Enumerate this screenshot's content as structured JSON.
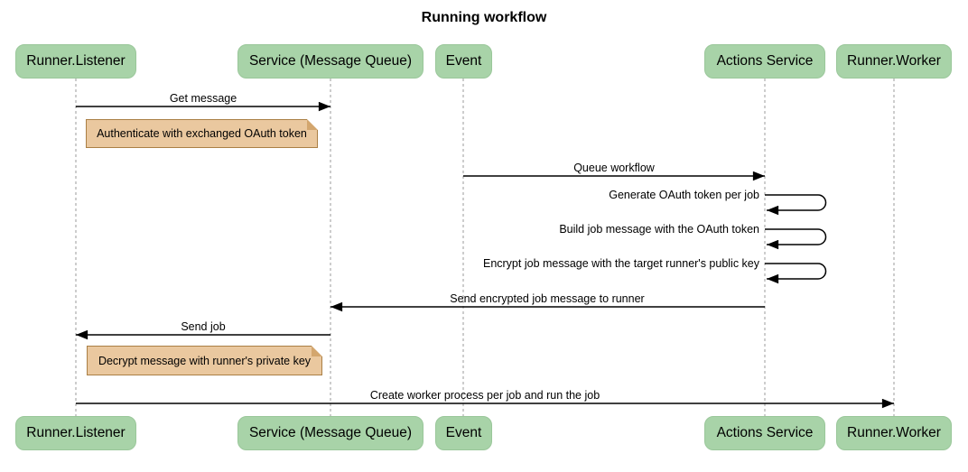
{
  "title": "Running workflow",
  "theme": {
    "actor_fill": "#a8d3a8",
    "actor_border": "#9ac79a",
    "note_fill": "#eac89f",
    "note_border": "#aa7f45",
    "message_line_color": "#000000",
    "lifeline_color": "#9b9b9b",
    "background": "#ffffff"
  },
  "actors": [
    {
      "id": "runner-listener",
      "label": "Runner.Listener"
    },
    {
      "id": "service-message-queue",
      "label": "Service (Message Queue)"
    },
    {
      "id": "event",
      "label": "Event"
    },
    {
      "id": "actions-service",
      "label": "Actions Service"
    },
    {
      "id": "runner-worker",
      "label": "Runner.Worker"
    }
  ],
  "messages": [
    {
      "label": "Get message",
      "from": "Runner.Listener",
      "to": "Service (Message Queue)",
      "self": false
    },
    {
      "label": "Queue workflow",
      "from": "Event",
      "to": "Actions Service",
      "self": false
    },
    {
      "label": "Generate OAuth token per job",
      "from": "Actions Service",
      "to": "Actions Service",
      "self": true
    },
    {
      "label": "Build job message with the OAuth token",
      "from": "Actions Service",
      "to": "Actions Service",
      "self": true
    },
    {
      "label": "Encrypt job message with the target runner's public key",
      "from": "Actions Service",
      "to": "Actions Service",
      "self": true
    },
    {
      "label": "Send encrypted job message to runner",
      "from": "Actions Service",
      "to": "Service (Message Queue)",
      "self": false
    },
    {
      "label": "Send job",
      "from": "Service (Message Queue)",
      "to": "Runner.Listener",
      "self": false
    },
    {
      "label": "Create worker process per job and run the job",
      "from": "Runner.Listener",
      "to": "Runner.Worker",
      "self": false
    }
  ],
  "notes": [
    {
      "label": "Authenticate with exchanged OAuth token",
      "position": "right of Runner.Listener"
    },
    {
      "label": "Decrypt message with runner's private key",
      "position": "right of Runner.Listener"
    }
  ]
}
